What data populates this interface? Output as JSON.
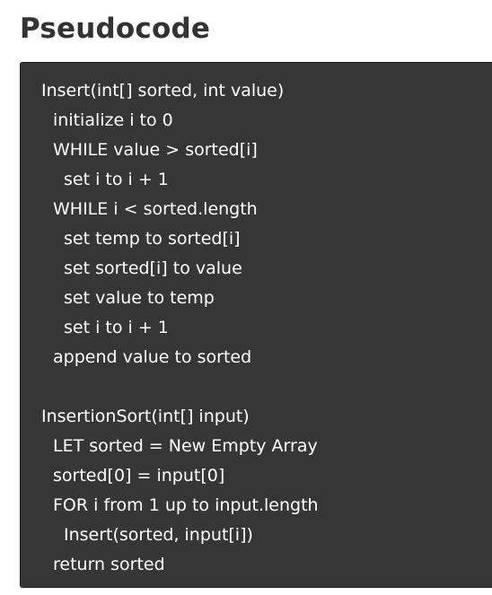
{
  "heading": "Pseudocode",
  "code_lines": [
    "Insert(int[] sorted, int value)",
    "initialize i to 0",
    "WHILE value > sorted[i]",
    "set i to i + 1",
    "WHILE i < sorted.length",
    "set temp to sorted[i]",
    "set sorted[i] to value",
    "set value to temp",
    "set i to i + 1",
    "append value to sorted",
    "",
    "InsertionSort(int[] input)",
    "LET sorted = New Empty Array",
    "sorted[0] = input[0]",
    "FOR i from 1 up to input.length",
    "Insert(sorted, input[i])",
    "return sorted"
  ]
}
